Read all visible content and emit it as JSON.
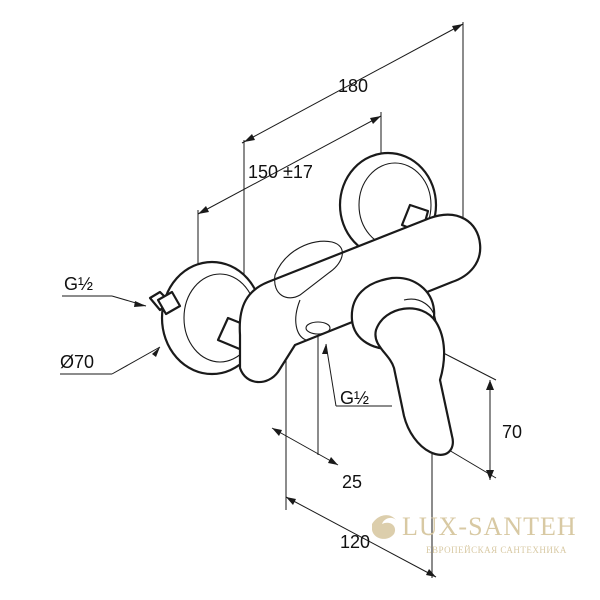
{
  "dimensions": {
    "overall_length": "180",
    "center_distance": "150 ±17",
    "inlet_thread": "G½",
    "escutcheon_diameter": "Ø70",
    "outlet_thread": "G½",
    "outlet_offset": "25",
    "lever_height": "70",
    "projection": "120"
  },
  "watermark": {
    "brand": "LUX-SANTEH",
    "tagline": "ЕВРОПЕЙСКАЯ САНТЕХНИКА"
  }
}
